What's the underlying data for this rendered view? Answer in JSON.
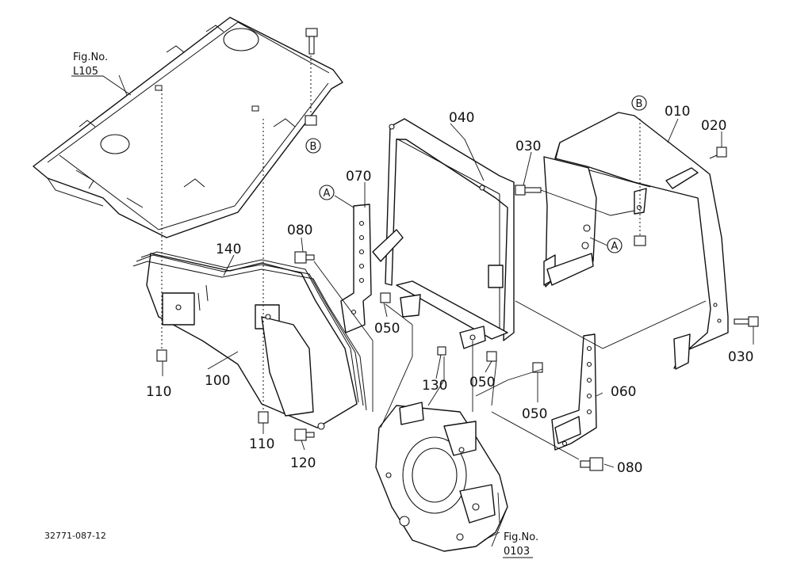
{
  "figure_refs": {
    "top": {
      "line1": "Fig.No.",
      "line2": "L105"
    },
    "bottom": {
      "line1": "Fig.No.",
      "line2": "0103"
    }
  },
  "doc_id": "32771-087-12",
  "parts": {
    "p010": "010",
    "p020": "020",
    "p030a": "030",
    "p030b": "030",
    "p040": "040",
    "p050a": "050",
    "p050b": "050",
    "p050c": "050",
    "p060": "060",
    "p070": "070",
    "p080a": "080",
    "p080b": "080",
    "p100": "100",
    "p110a": "110",
    "p110b": "110",
    "p120": "120",
    "p130": "130",
    "p140": "140"
  },
  "markers": {
    "a1": "A",
    "a2": "A",
    "b1": "B",
    "b2": "B"
  }
}
